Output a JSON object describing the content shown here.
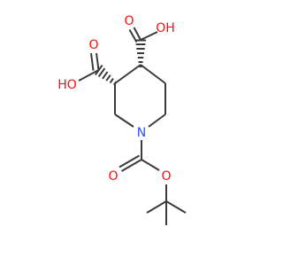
{
  "molecule": {
    "atoms": {
      "carboxyl4_oxo": {
        "symbol": "O",
        "color": "#ff0d0d"
      },
      "carboxyl4_hydroxyl": {
        "symbol": "OH",
        "color": "#ff0d0d"
      },
      "carboxyl3_oxo": {
        "symbol": "O",
        "color": "#ff0d0d"
      },
      "carboxyl3_hydroxyl": {
        "symbol": "HO",
        "color": "#ff0d0d"
      },
      "ring_nitrogen": {
        "symbol": "N",
        "color": "#3050f8"
      },
      "boc_oxo": {
        "symbol": "O",
        "color": "#ff0d0d"
      },
      "boc_ester_oxygen": {
        "symbol": "O",
        "color": "#ff0d0d"
      }
    },
    "bond_color": "#3a3a3a",
    "stereo_bonds": "hashed"
  }
}
